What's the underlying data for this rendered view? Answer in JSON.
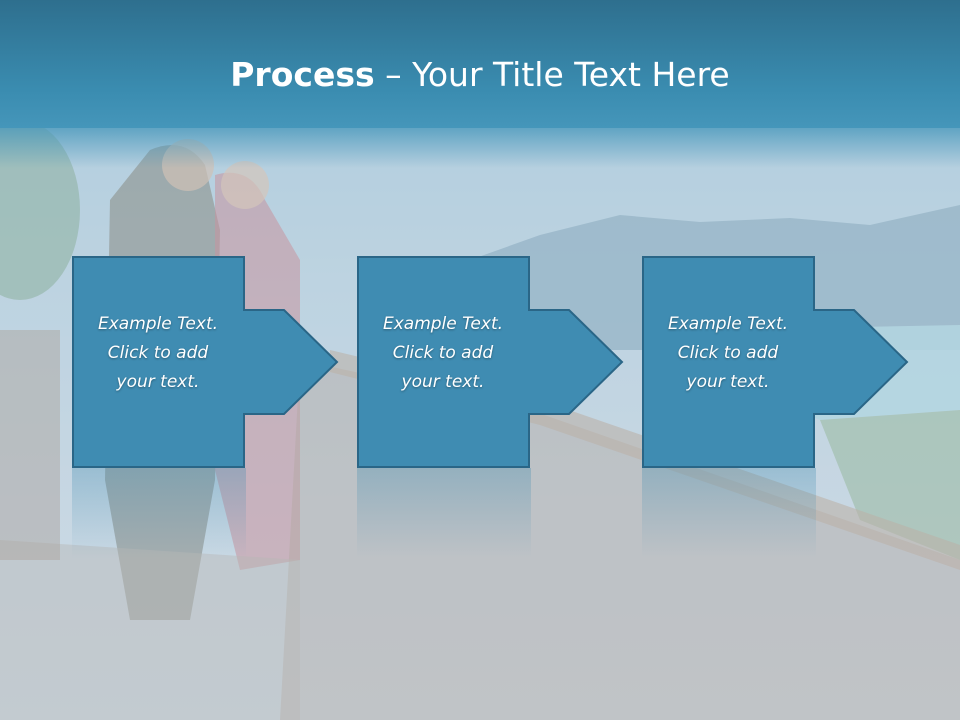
{
  "slide": {
    "title_bold": "Process",
    "title_rest": " – Your Title Text Here"
  },
  "steps": [
    {
      "lines": [
        "Example Text.",
        "Click  to add",
        "your text."
      ]
    },
    {
      "lines": [
        "Example Text.",
        "Click  to add",
        "your text."
      ]
    },
    {
      "lines": [
        "Example Text.",
        "Click  to add",
        "your text."
      ]
    }
  ],
  "colors": {
    "title_bar": "#3a8cb0",
    "arrow_fill": "#3f8cb2",
    "arrow_border": "#2a6687",
    "text": "#ffffff"
  }
}
